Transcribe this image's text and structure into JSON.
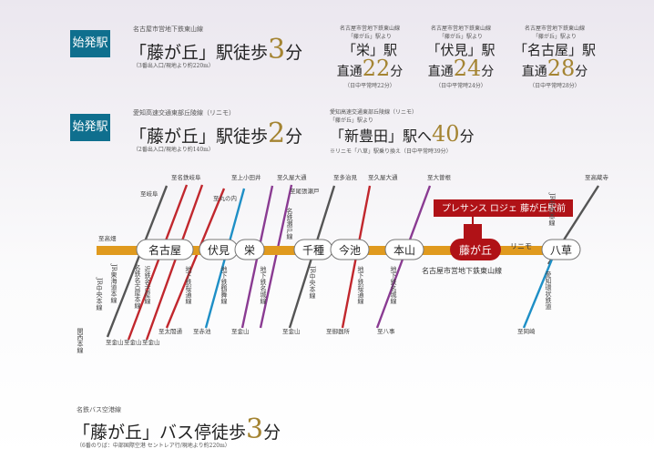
{
  "section1": {
    "badge": "始発駅",
    "line": "名古屋市営地下鉄東山線",
    "station_q": "「藤が丘」駅徒歩",
    "minutes": "3",
    "unit": "分",
    "note": "（3番出入口/現地より約220m）"
  },
  "destinations": [
    {
      "line": "名古屋市営地下鉄東山線",
      "from": "「藤が丘」駅より",
      "station": "「栄」駅",
      "prefix": "直通",
      "minutes": "22",
      "unit": "分",
      "note": "（日中平常時22分）"
    },
    {
      "line": "名古屋市営地下鉄東山線",
      "from": "「藤が丘」駅より",
      "station": "「伏見」駅",
      "prefix": "直通",
      "minutes": "24",
      "unit": "分",
      "note": "（日中平常時24分）"
    },
    {
      "line": "名古屋市営地下鉄東山線",
      "from": "「藤が丘」駅より",
      "station": "「名古屋」駅",
      "prefix": "直通",
      "minutes": "28",
      "unit": "分",
      "note": "（日中平常時28分）"
    }
  ],
  "section2": {
    "badge": "始発駅",
    "line": "愛知高速交通東部丘陵線（リニモ）",
    "station_q": "「藤が丘」駅徒歩",
    "minutes": "2",
    "unit": "分",
    "note": "（2番出入口/現地より約140m）"
  },
  "toyota": {
    "line": "愛知高速交通東部丘陵線（リニモ）",
    "from": "「藤が丘」駅より",
    "station": "「新豊田」駅へ",
    "minutes": "40",
    "unit": "分",
    "note": "※リニモ「八草」駅乗り換え（日中平常時39分）"
  },
  "map": {
    "callout": "プレサンス ロジェ 藤が丘駅前",
    "main_line_label": "名古屋市営地下鉄東山線",
    "linimo_label": "リニモ",
    "stations": [
      "名古屋",
      "伏見",
      "栄",
      "千種",
      "今池",
      "本山",
      "藤が丘",
      "八草"
    ],
    "top_labels": [
      "至高畑",
      "至岐阜",
      "至名鉄岐阜",
      "至丸の内",
      "至上小田井",
      "至久屋大通",
      "至尾張瀬戸",
      "至多治見",
      "至久屋大通",
      "至大曽根",
      "至高蔵寺"
    ],
    "line_labels": [
      "JR東海道本線",
      "JR中央本線",
      "近鉄名古屋線",
      "名鉄名古屋本線",
      "地下鉄桜通線",
      "地下鉄鶴舞線",
      "地下鉄名城線",
      "名鉄瀬戸線",
      "JR中央本線",
      "地下鉄桜通線",
      "地下鉄名城線",
      "JR中央本線",
      "愛知環状鉄道",
      "関西本線"
    ],
    "bottom_labels": [
      "至金山",
      "至金山",
      "至金山",
      "至太閤通",
      "至赤池",
      "至金山",
      "至金山",
      "至御器所",
      "至八事",
      "至岡崎"
    ]
  },
  "bus": {
    "line": "名鉄バス空港線",
    "station_q": "「藤が丘」バス停徒歩",
    "minutes": "3",
    "unit": "分",
    "note": "（6番のりば：中部国際空港 セントレア行/現地より約220m）"
  },
  "colors": {
    "badge": "#0f6f8e",
    "gold": "#a48432",
    "main_line": "#e09a1e",
    "highlight": "#b01217"
  }
}
